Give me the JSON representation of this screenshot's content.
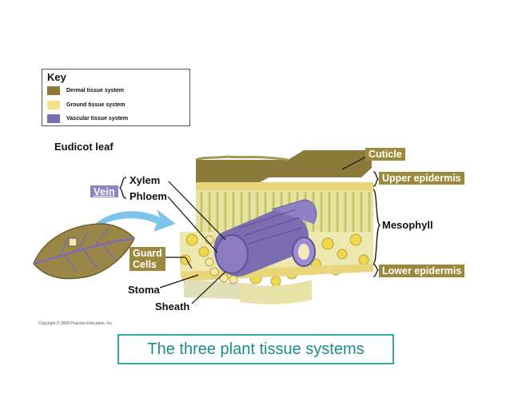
{
  "key": {
    "title": "Key",
    "items": [
      {
        "label": "Dermal tissue system",
        "color": "#8c7a3a"
      },
      {
        "label": "Ground tissue system",
        "color": "#f3e28a"
      },
      {
        "label": "Vascular tissue system",
        "color": "#7c6cb0"
      }
    ]
  },
  "diagram": {
    "eudicot_label": "Eudicot leaf",
    "labels": {
      "xylem": "Xylem",
      "phloem": "Phloem",
      "vein": "Vein",
      "guard_cells_line1": "Guard",
      "guard_cells_line2": "Cells",
      "stoma": "Stoma",
      "sheath": "Sheath",
      "cuticle": "Cuticle",
      "upper_epidermis": "Upper epidermis",
      "mesophyll": "Mesophyll",
      "lower_epidermis": "Lower epidermis"
    }
  },
  "copyright": "Copyright © 2008 Pearson Education, Inc.",
  "title": "The three plant tissue systems",
  "colors": {
    "dermal": "#8c7a3a",
    "ground": "#f3e28a",
    "vascular": "#7c6cb0",
    "label_tag": "#9b8a3c",
    "vein_tag": "#8f83c6",
    "title": "#1a8c8c"
  }
}
